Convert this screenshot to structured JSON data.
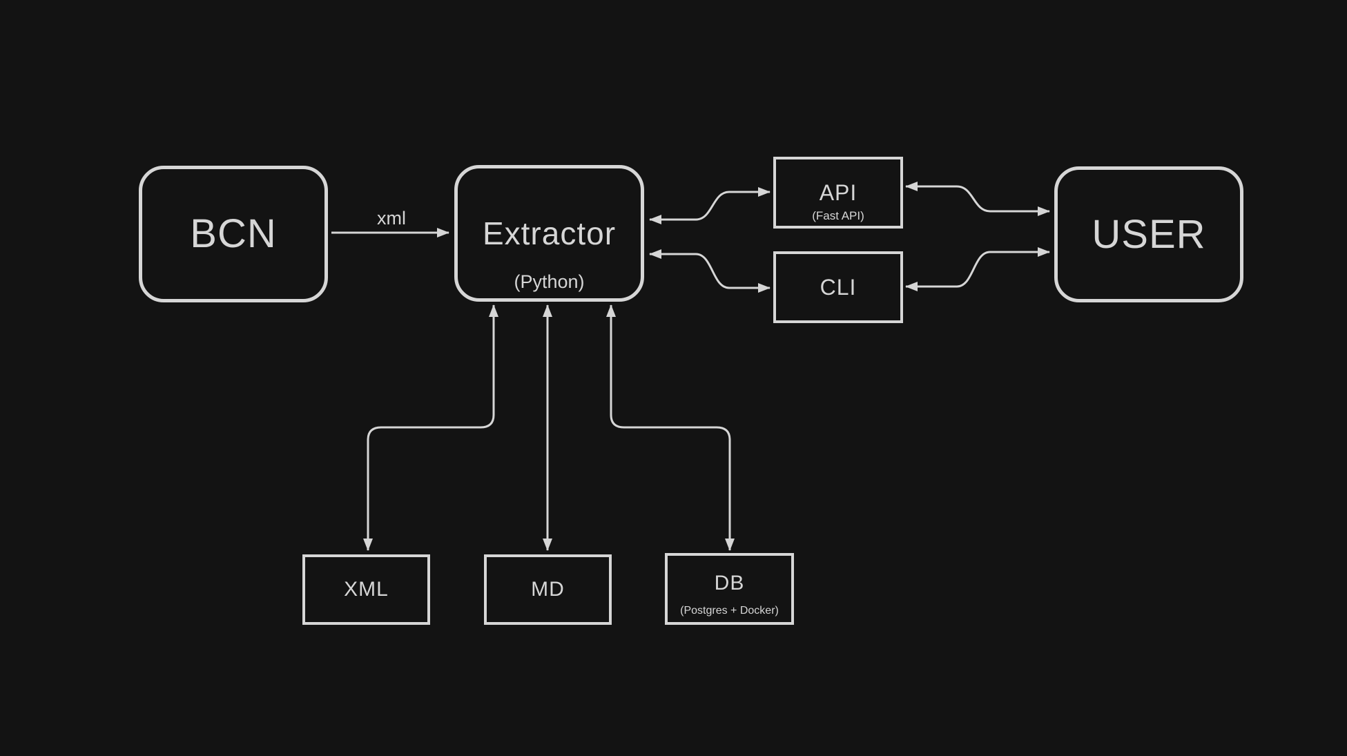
{
  "theme": {
    "bg": "#131313",
    "line": "#d6d6d6",
    "text": "#d6d6d6"
  },
  "nodes": {
    "bcn": {
      "label": "BCN"
    },
    "extractor": {
      "label": "Extractor",
      "sublabel": "(Python)"
    },
    "api": {
      "label": "API",
      "sublabel": "(Fast API)"
    },
    "cli": {
      "label": "CLI"
    },
    "user": {
      "label": "USER"
    },
    "xml": {
      "label": "XML"
    },
    "md": {
      "label": "MD"
    },
    "db": {
      "label": "DB",
      "sublabel": "(Postgres + Docker)"
    }
  },
  "edges": {
    "bcn_to_extractor": {
      "label": "xml",
      "from": "BCN",
      "to": "Extractor",
      "bidirectional": false
    },
    "extractor_api": {
      "from": "Extractor",
      "to": "API",
      "bidirectional": true
    },
    "extractor_cli": {
      "from": "Extractor",
      "to": "CLI",
      "bidirectional": true
    },
    "api_user": {
      "from": "API",
      "to": "USER",
      "bidirectional": true
    },
    "cli_user": {
      "from": "CLI",
      "to": "USER",
      "bidirectional": true
    },
    "extractor_xml": {
      "from": "Extractor",
      "to": "XML",
      "bidirectional": true
    },
    "extractor_md": {
      "from": "Extractor",
      "to": "MD",
      "bidirectional": true
    },
    "extractor_db": {
      "from": "Extractor",
      "to": "DB",
      "bidirectional": true
    }
  }
}
